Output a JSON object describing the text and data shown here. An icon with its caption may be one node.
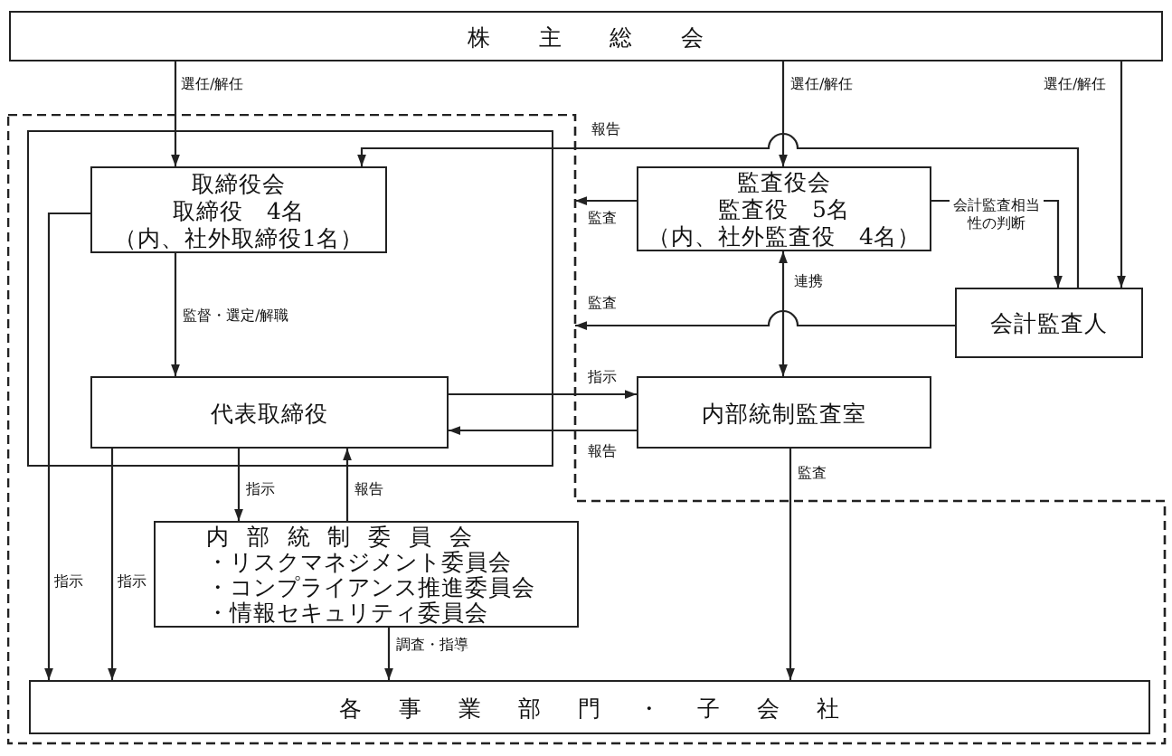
{
  "diagram": {
    "nodes": [
      {
        "text": [
          "株主総会"
        ]
      },
      {
        "text": [],
        "shape": "polygon"
      },
      {
        "text": [],
        "shape": "box",
        "in": 1
      },
      {
        "text": [
          "取締役会",
          "取締役　4名",
          "（内、社外取締役1名）"
        ],
        "in": 2
      },
      {
        "text": [
          "監査役会",
          "監査役　5名",
          "（内、社外監査役　4名）"
        ]
      },
      {
        "text": [
          "会計監査人"
        ]
      },
      {
        "text": [
          "代表取締役"
        ],
        "in": 2
      },
      {
        "text": [
          "内部統制監査室"
        ]
      },
      {
        "text": [
          "内部統制委員会",
          "・リスクマネジメント委員会",
          "・コンプライアンス推進委員会",
          "・情報セキュリティ委員会"
        ],
        "in": 1
      },
      {
        "text": [
          "各事業部門・子会社"
        ],
        "in": 1
      }
    ],
    "edges": [
      {
        "from": 0,
        "to": 3,
        "arrow": "to",
        "label": "選任/解任"
      },
      {
        "from": 0,
        "to": 4,
        "arrow": "to",
        "label": "選任/解任"
      },
      {
        "from": 0,
        "to": 5,
        "arrow": "to",
        "label": "選任/解任"
      },
      {
        "from": 5,
        "to": 3,
        "arrow": "to",
        "label": "報告"
      },
      {
        "from": 4,
        "to": 1,
        "arrow": "to",
        "label": "監査"
      },
      {
        "from": 4,
        "to": 5,
        "arrow": "to",
        "label": "会計監査相当性の判断"
      },
      {
        "from": 5,
        "to": 1,
        "arrow": "to",
        "label": "監査"
      },
      {
        "from": 4,
        "to": 7,
        "arrow": "both",
        "label": "連携"
      },
      {
        "from": 3,
        "to": 6,
        "arrow": "to",
        "label": "監督・選定/解職"
      },
      {
        "from": 6,
        "to": 7,
        "arrow": "to",
        "label": "指示"
      },
      {
        "from": 7,
        "to": 6,
        "arrow": "to",
        "label": "報告"
      },
      {
        "from": 7,
        "to": 9,
        "arrow": "to",
        "label": "監査"
      },
      {
        "from": 6,
        "to": 8,
        "arrow": "to",
        "label": "指示"
      },
      {
        "from": 8,
        "to": 6,
        "arrow": "to",
        "label": "報告"
      },
      {
        "from": 8,
        "to": 9,
        "arrow": "to",
        "label": "調査・指導"
      },
      {
        "from": 3,
        "to": 9,
        "arrow": "to",
        "label": "指示"
      },
      {
        "from": 6,
        "to": 9,
        "arrow": "to",
        "label": "指示"
      }
    ]
  }
}
